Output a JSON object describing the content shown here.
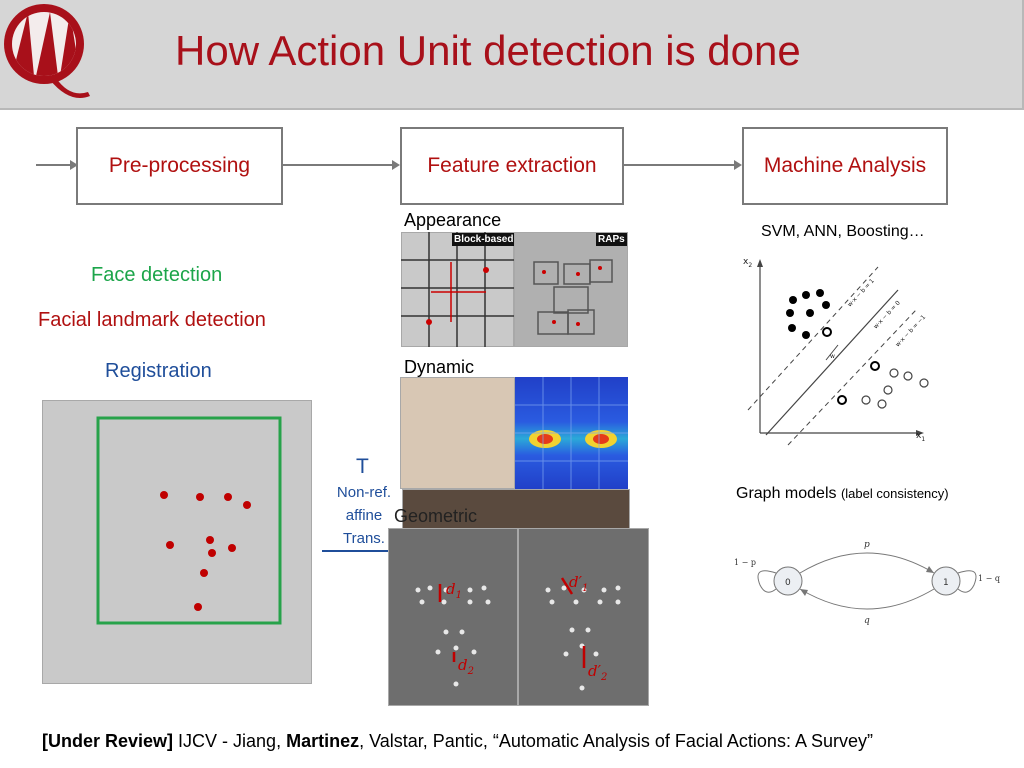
{
  "slide": {
    "title": "How Action Unit detection is done"
  },
  "pipeline": {
    "steps": [
      "Pre-processing",
      "Feature extraction",
      "Machine Analysis"
    ]
  },
  "preprocessing": {
    "items": [
      {
        "label": "Face detection",
        "color": "#1ca54a"
      },
      {
        "label": "Facial landmark detection",
        "color": "#b01010"
      },
      {
        "label": "Registration",
        "color": "#1f4e9a"
      }
    ]
  },
  "transform": {
    "symbol": "T",
    "lines": [
      "Non-ref.",
      "affine",
      "Trans."
    ]
  },
  "features": {
    "appearance": "Appearance",
    "block_based": "Block-based",
    "raps": "RAPs",
    "dynamic": "Dynamic",
    "geometric": "Geometric",
    "d1": "d",
    "d1_sub": "1",
    "d2": "d",
    "d2_sub": "2",
    "d1p": "d′",
    "d1p_sub": "1",
    "d2p": "d′",
    "d2p_sub": "2"
  },
  "analysis": {
    "methods": "SVM, ANN, Boosting…",
    "svm": {
      "x1": "x",
      "x1_sub": "1",
      "x2": "x",
      "x2_sub": "2",
      "line_top": "w·x − b = 1",
      "line_mid": "w·x − b = 0",
      "line_bot": "w·x − b = −1",
      "w_label": "w"
    },
    "graph_title": "Graph models",
    "graph_sub": "(label consistency)",
    "graph": {
      "node0": "0",
      "node1": "1",
      "p": "p",
      "q": "q",
      "self0": "1 − p",
      "self1": "1 − q"
    }
  },
  "reference": {
    "prefix": "[Under Review]",
    "journal": " IJCV - Jiang, ",
    "bold_author": "Martinez",
    "rest": ", Valstar, Pantic, “Automatic Analysis of Facial Actions: A Survey”"
  },
  "colors": {
    "title": "#a8101a",
    "box_border": "#7a7a7a",
    "registration": "#1f4e9a"
  }
}
